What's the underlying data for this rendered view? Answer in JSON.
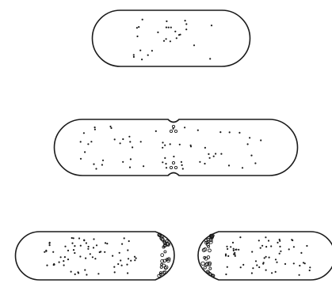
{
  "figure": {
    "type": "illustration",
    "stroke_color": "#1a1a1a",
    "background_color": "#ffffff",
    "stages": [
      {
        "name": "single-rod-cell",
        "cells": 1,
        "constricted": false
      },
      {
        "name": "dividing-cell",
        "cells": 1,
        "constricted": true
      },
      {
        "name": "daughter-cells",
        "cells": 2,
        "constricted": false
      }
    ]
  }
}
